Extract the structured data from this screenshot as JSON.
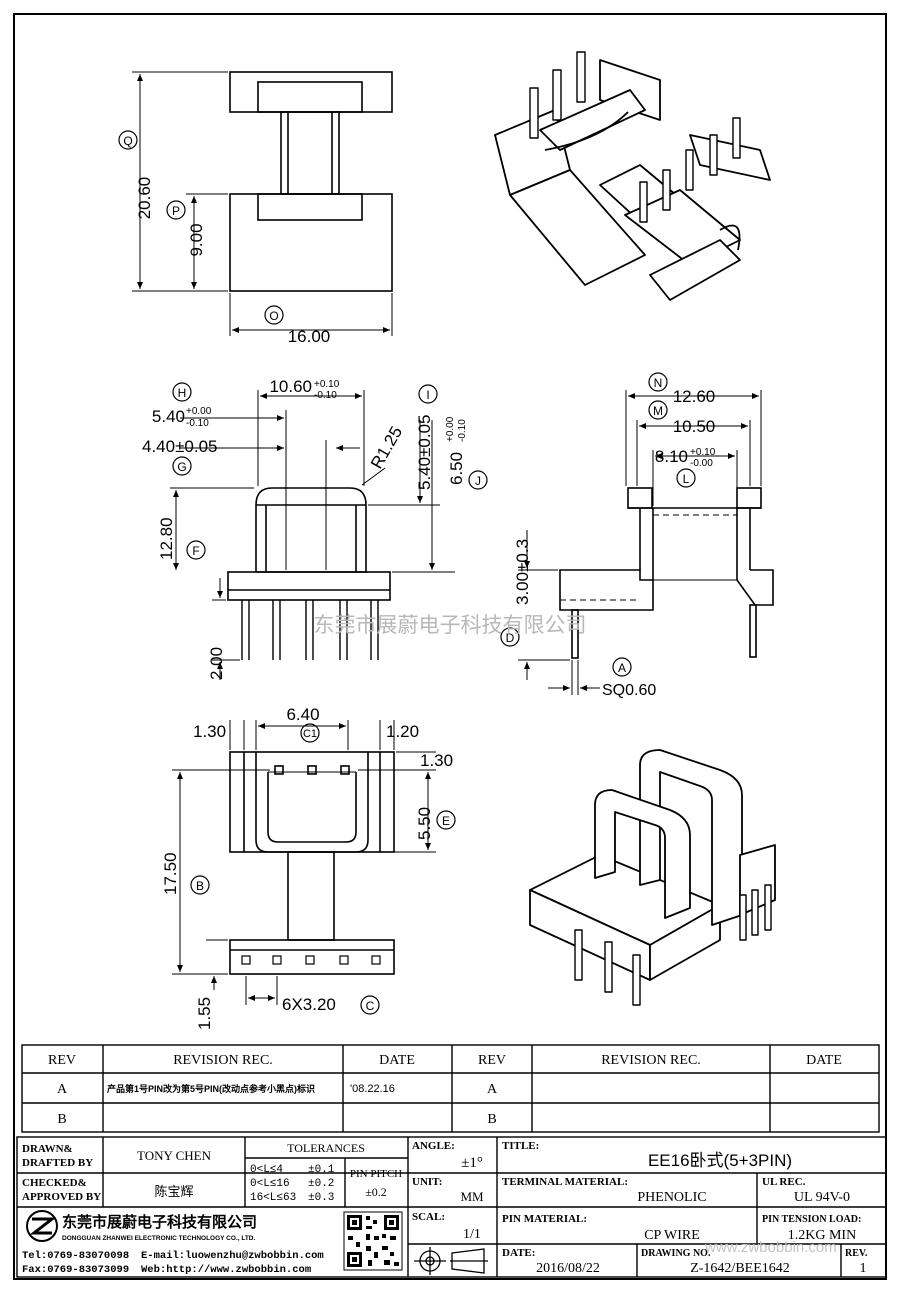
{
  "drawing": {
    "dim_q": "20.60",
    "dim_p": "9.00",
    "dim_o": "16.00",
    "dim_h": "5.40",
    "dim_h_tol_up": "+0.00",
    "dim_h_tol_dn": "-0.10",
    "dim_top": "10.60",
    "dim_top_tol_up": "+0.10",
    "dim_top_tol_dn": "-0.10",
    "dim_i": "5.40±0.05",
    "dim_j": "6.50",
    "dim_j_tol_up": "+0.00",
    "dim_j_tol_dn": "-0.10",
    "dim_g": "4.40±0.05",
    "dim_r": "R1.25",
    "dim_f": "12.80",
    "dim_pin_len": "2.00",
    "dim_n": "12.60",
    "dim_m": "10.50",
    "dim_l": "8.10",
    "dim_l_tol_up": "+0.10",
    "dim_l_tol_dn": "-0.00",
    "dim_d": "3.00±0.3",
    "dim_a": "SQ0.60",
    "dim_c1": "6.40",
    "dim_left_gap": "1.30",
    "dim_right_gap": "1.20",
    "dim_top_gap": "1.30",
    "dim_e": "5.50",
    "dim_b": "17.50",
    "dim_c": "6X3.20",
    "dim_base": "1.55",
    "watermark": "东莞市展蔚电子科技有限公司",
    "balloons": {
      "q": "Q",
      "p": "P",
      "o": "O",
      "h": "H",
      "i": "I",
      "j": "J",
      "g": "G",
      "f": "F",
      "n": "N",
      "m": "M",
      "l": "L",
      "d": "D",
      "a": "A",
      "c1": "C1",
      "e": "E",
      "b": "B",
      "c": "C"
    }
  },
  "revision": {
    "headers": [
      "REV",
      "REVISION REC.",
      "DATE",
      "REV",
      "REVISION REC.",
      "DATE"
    ],
    "rows": [
      {
        "rev": "A",
        "rec": "产品第1号PIN改为第5号PIN(改动点参考小黑点)标识",
        "date": "'08.22.16",
        "rev2": "A",
        "rec2": "",
        "date2": ""
      },
      {
        "rev": "B",
        "rec": "",
        "date": "",
        "rev2": "B",
        "rec2": "",
        "date2": ""
      }
    ]
  },
  "title_block": {
    "drawn_label": "DRAWN&\nDRAFTED BY",
    "drawn_label_1": "DRAWN&",
    "drawn_label_2": "DRAFTED BY",
    "drawn_value": "TONY CHEN",
    "checked_label_1": "CHECKED&",
    "checked_label_2": "APPROVED BY",
    "checked_value": "陈宝辉",
    "tolerances_label": "TOLERANCES",
    "tol_rows": [
      {
        "range": "0<L≤4",
        "tol": "±0.1"
      },
      {
        "range": "0<L≤16",
        "tol": "±0.2"
      },
      {
        "range": "16<L≤63",
        "tol": "±0.3"
      }
    ],
    "pin_pitch_label": "PIN PITCH",
    "pin_pitch_value": "±0.2",
    "angle_label": "ANGLE:",
    "angle_value": "±1°",
    "unit_label": "UNIT:",
    "unit_value": "MM",
    "scale_label": "SCAL:",
    "scale_value": "1/1",
    "title_label": "TITLE:",
    "title_value": "EE16卧式(5+3PIN)",
    "terminal_label": "TERMINAL MATERIAL:",
    "terminal_value": "PHENOLIC",
    "ul_label": "UL REC.",
    "ul_value": "UL 94V-0",
    "pin_material_label": "PIN MATERIAL:",
    "pin_material_value": "CP WIRE",
    "tension_label": "PIN TENSION LOAD:",
    "tension_value": "1.2KG MIN",
    "date_label": "DATE:",
    "date_value": "2016/08/22",
    "drawing_no_label": "DRAWING NO.",
    "drawing_no_value": "Z-1642/BEE1642",
    "rev_label": "REV.",
    "rev_value": "1",
    "company_cn": "东莞市展蔚电子科技有限公司",
    "company_en": "DONGGUAN ZHANWEI ELECTRONIC TECHNOLOGY CO., LTD.",
    "tel": "Tel:0769-83070098",
    "email": "E-mail:luowenzhu@zwbobbin.com",
    "fax": "Fax:0769-83073099",
    "web": "Web:http://www.zwbobbin.com",
    "site_watermark": "www.zwbobbin.com"
  }
}
